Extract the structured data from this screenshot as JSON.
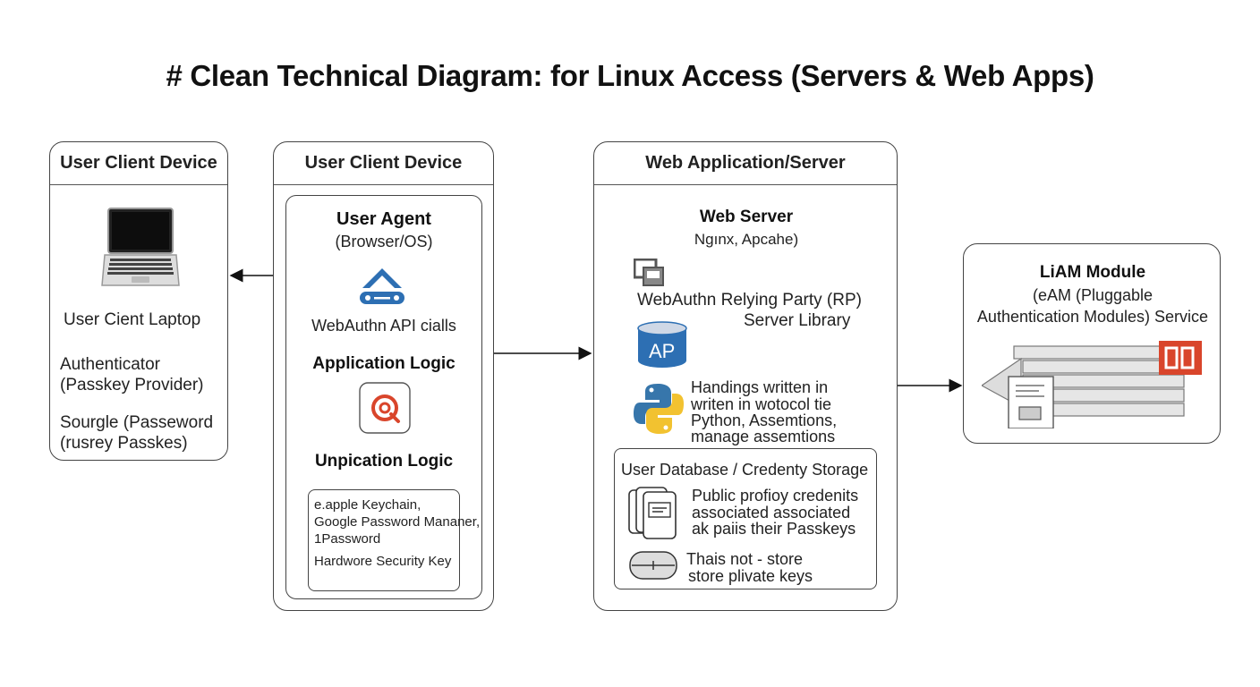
{
  "title": "# Clean Technical Diagram:  for  Linux Access (Servers & Web Apps)",
  "client_device": {
    "header": "User Client Device",
    "laptop_label": "User Cient Laptop",
    "authenticator": [
      "Authenticator",
      "(Passkey Provider)"
    ],
    "sourgle": [
      "Sourgle (Passeword",
      "(rusrey Passkes)"
    ]
  },
  "user_agent_panel": {
    "header": "User Client Device",
    "agent_title": "User Agent",
    "agent_sub": "(Browser/OS)",
    "api_calls": "WebAuthn API cialls",
    "app_logic": "Application Logic",
    "unpication": "Unpication Logic",
    "providers": [
      "e.apple Keychain,",
      "Google Password Mananer,",
      "1Password",
      "Hardwore Security Key"
    ]
  },
  "web_app_panel": {
    "header": "Web Application/Server",
    "server_title": "Web Server",
    "server_sub": "Ngınx, Apcahe)",
    "rp": [
      "WebAuthn Relying Party (RP)",
      "Server Library"
    ],
    "db_label": "AP",
    "handlings": [
      "Handings written in",
      "writen in wotocol tie",
      "Python, Assemtions,",
      "manage assemtions"
    ],
    "db_title": "User Database / Credenty Storage",
    "public": [
      "Public profioy credenits",
      "associated associated",
      "ak paiis their Passkeys"
    ],
    "not_store": [
      "Thais not - store",
      "store plivate keys"
    ]
  },
  "liam": {
    "title": "LiAM Module",
    "sub": [
      "(eAM (Pluggable",
      "Authentication Modules) Service"
    ]
  },
  "colors": {
    "accent_blue": "#2d6fb3",
    "python_blue": "#3776ab",
    "python_yellow": "#f2c230",
    "red_badge": "#d9452b"
  }
}
